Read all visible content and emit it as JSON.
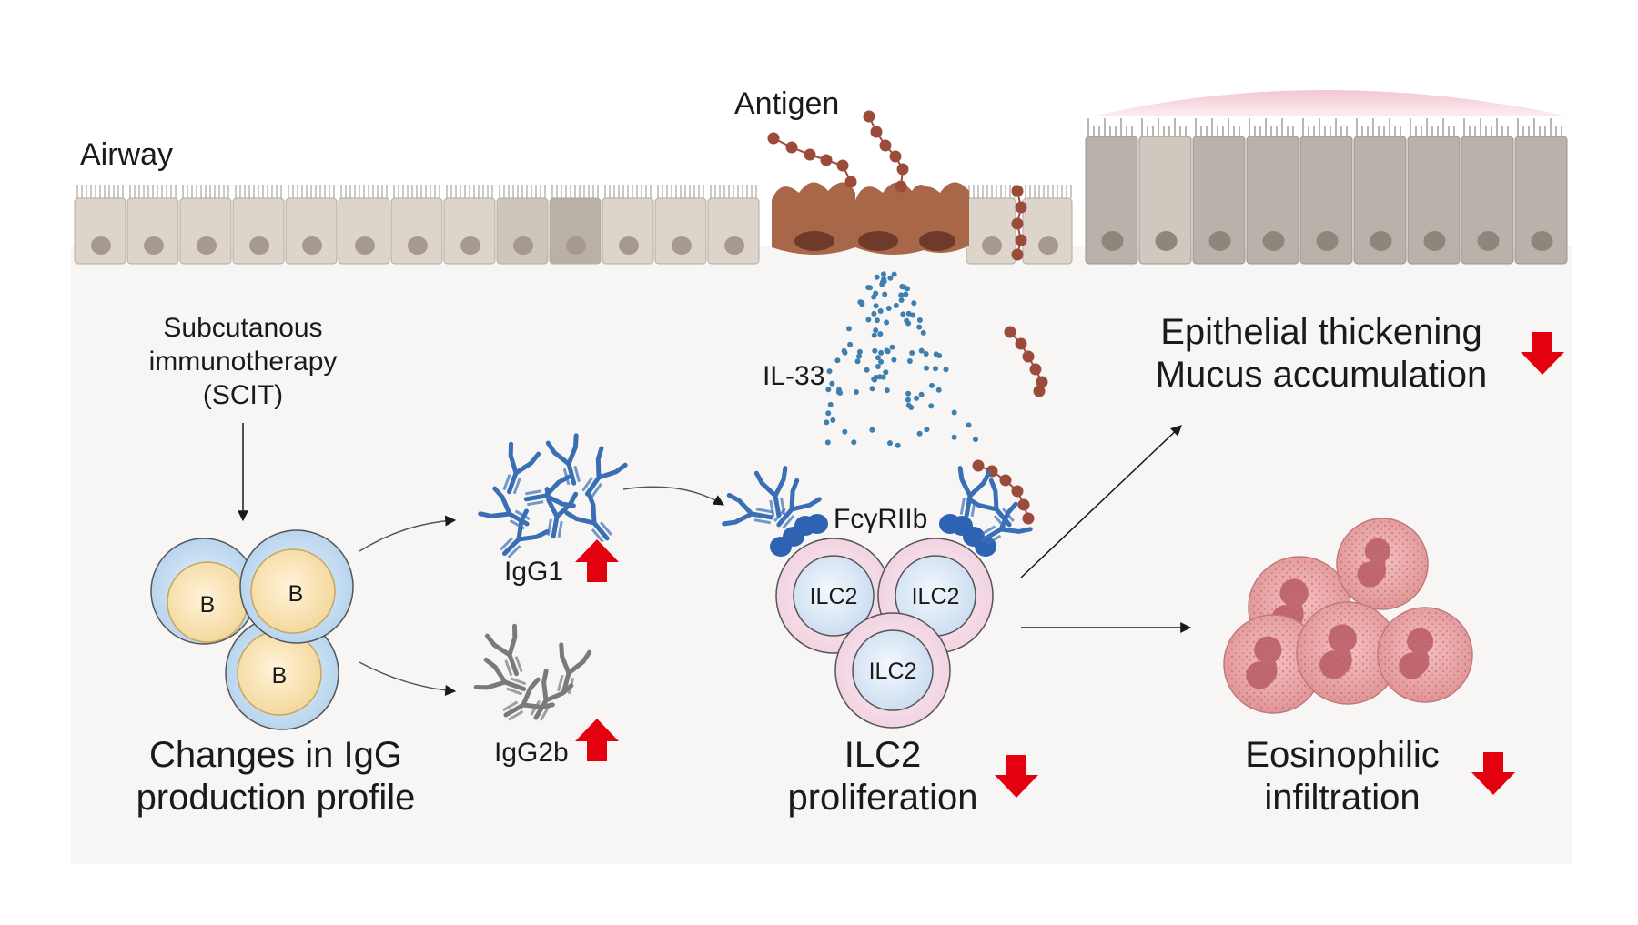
{
  "labels": {
    "airway": "Airway",
    "antigen": "Antigen",
    "scit_line1": "Subcutanous",
    "scit_line2": "immunotherapy",
    "scit_line3": "(SCIT)",
    "il33": "IL-33",
    "fcr": "FcγRIIb",
    "igg1": "IgG1",
    "igg2b": "IgG2b",
    "igg_profile_line1": "Changes in IgG",
    "igg_profile_line2": "production profile",
    "ilc2_prolif_line1": "ILC2",
    "ilc2_prolif_line2": "proliferation",
    "epithelial": "Epithelial thickening",
    "mucus": "Mucus accumulation",
    "eos_line1": "Eosinophilic",
    "eos_line2": "infiltration",
    "b_cell": "B",
    "ilc2_cell": "ILC2"
  },
  "colors": {
    "increase_arrow": "#e3000f",
    "decrease_arrow": "#e3000f",
    "igg1": "#3a6fb6",
    "igg2b": "#7a7a7a",
    "antigen": "#9c4a3a",
    "il33_dots": "#3d7fb0",
    "eosinophil": "#e29a9c",
    "epithelium": "#ddd5cc",
    "goblet": "#b9b2aa",
    "mucus": "#f2c8d0"
  },
  "icons": {
    "increase": "up-arrow-icon",
    "decrease": "down-arrow-icon"
  }
}
